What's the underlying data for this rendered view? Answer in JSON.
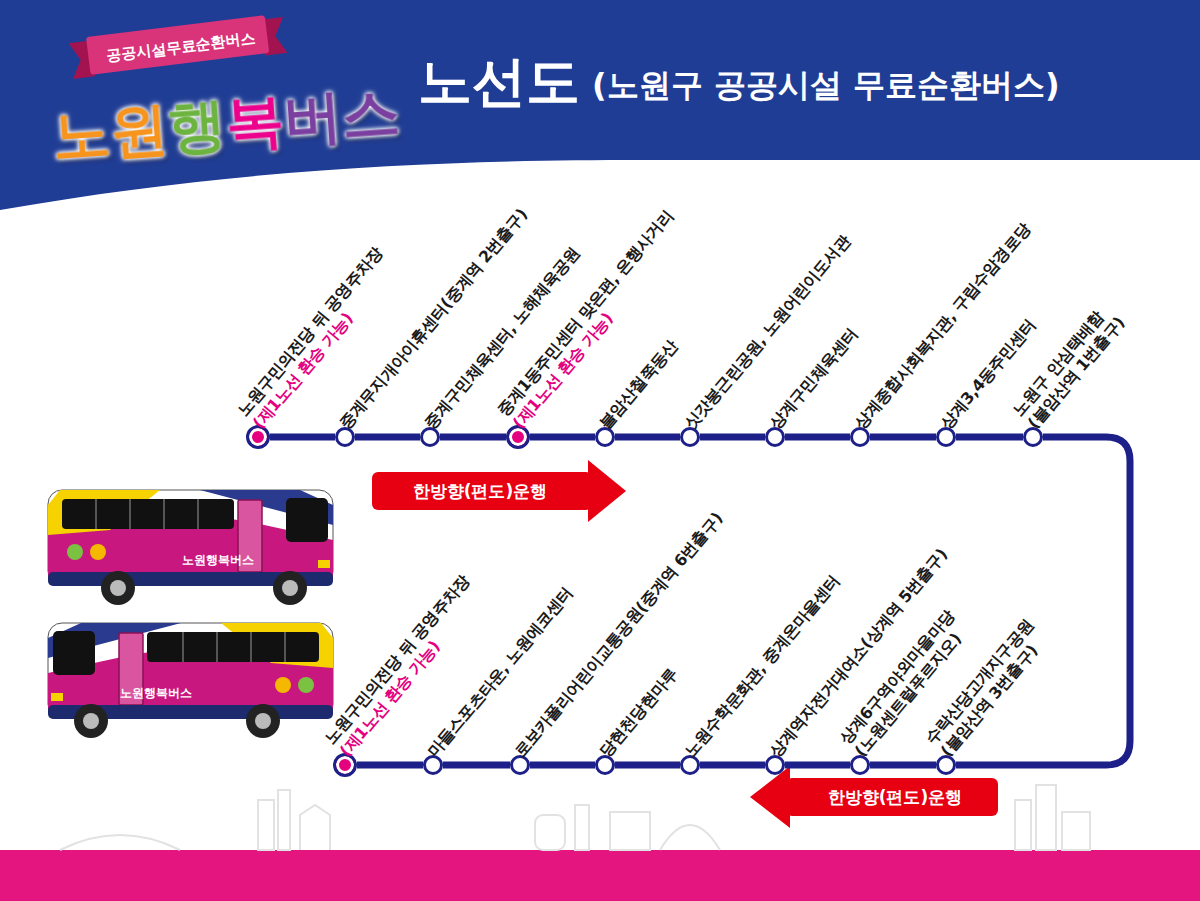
{
  "diagram": {
    "title": "노선도",
    "nodes": [
      {
        "text": [
          "노원구민의전당 뒤 공영주차장",
          "(제1노선 환승 가능)"
        ]
      },
      {
        "text": [
          "중계무지개아이휴센터(중계역 2번출구)"
        ]
      },
      {
        "text": [
          "중계구민체육센터, 노해체육공원"
        ]
      },
      {
        "text": [
          "중계1동주민센터 맞은편, 은행사거리",
          "(제1노선 환승 가능)"
        ]
      },
      {
        "text": [
          "불암산철쭉동산"
        ]
      },
      {
        "text": [
          "싯갓봉근린공원, 노원어린이도서관"
        ]
      },
      {
        "text": [
          "상계구민체육센터"
        ]
      },
      {
        "text": [
          "상계종합사회복지관, 구립수암경로당"
        ]
      },
      {
        "text": [
          "상계3,4동주민센터"
        ]
      },
      {
        "text": [
          "노원구 안심택배함 (불암산역 1번출구)"
        ]
      },
      {
        "text": [
          "수락산당고개지구공원 (불암산역 3번출구)"
        ]
      },
      {
        "text": [
          "상계6구역야외마을마당 (노원센트럴푸르지오)"
        ]
      },
      {
        "text": [
          "상계역자전거대여소(상계역 5번출구)"
        ]
      },
      {
        "text": [
          "노원수학문화관, 중계온마을센터"
        ]
      },
      {
        "text": [
          "당현천당현마루"
        ]
      },
      {
        "text": [
          "로보카폴리어린이교통공원(중계역 6번출구)"
        ]
      },
      {
        "text": [
          "마들스포츠타운, 노원에코센터"
        ]
      },
      {
        "text": [
          "노원구민의전당 뒤 공영주차장",
          "(제1노선 환승 가능)"
        ]
      }
    ],
    "edges": [
      {
        "from": 0,
        "to": 1,
        "arrow": "none"
      },
      {
        "from": 1,
        "to": 2,
        "arrow": "none"
      },
      {
        "from": 2,
        "to": 3,
        "arrow": "none"
      },
      {
        "from": 3,
        "to": 4,
        "arrow": "none"
      },
      {
        "from": 4,
        "to": 5,
        "arrow": "none"
      },
      {
        "from": 5,
        "to": 6,
        "arrow": "none"
      },
      {
        "from": 6,
        "to": 7,
        "arrow": "none"
      },
      {
        "from": 7,
        "to": 8,
        "arrow": "none"
      },
      {
        "from": 8,
        "to": 9,
        "arrow": "none"
      },
      {
        "from": 9,
        "to": 10,
        "arrow": "none"
      },
      {
        "from": 10,
        "to": 11,
        "arrow": "none"
      },
      {
        "from": 11,
        "to": 12,
        "arrow": "none"
      },
      {
        "from": 12,
        "to": 13,
        "arrow": "none"
      },
      {
        "from": 13,
        "to": 14,
        "arrow": "none"
      },
      {
        "from": 14,
        "to": 15,
        "arrow": "none"
      },
      {
        "from": 15,
        "to": 16,
        "arrow": "none"
      },
      {
        "from": 16,
        "to": 17,
        "arrow": "none"
      }
    ],
    "labels": [
      "(노원구 공공시설 무료순환버스)",
      "공공시설무료순환버스",
      "노원행복버스",
      "한방향(편도)운행",
      "한방향(편도)운행",
      "노원행복버스",
      "노원행복버스"
    ]
  }
}
